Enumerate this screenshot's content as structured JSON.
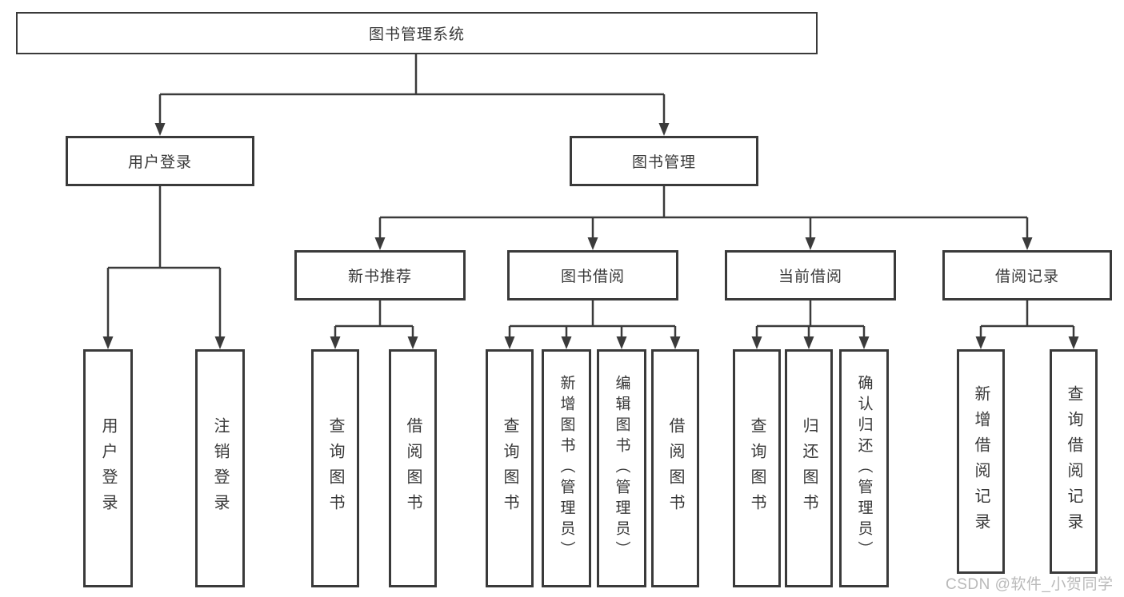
{
  "diagram": {
    "title": "图书管理系统",
    "branches": [
      {
        "label": "用户登录",
        "leaves": [
          "用户登录",
          "注销登录"
        ]
      },
      {
        "label": "图书管理",
        "sections": [
          {
            "label": "新书推荐",
            "leaves": [
              "查询图书",
              "借阅图书"
            ]
          },
          {
            "label": "图书借阅",
            "leaves": [
              "查询图书",
              "新增图书（管理员）",
              "编辑图书（管理员）",
              "借阅图书"
            ]
          },
          {
            "label": "当前借阅",
            "leaves": [
              "查询图书",
              "归还图书",
              "确认归还（管理员）"
            ]
          },
          {
            "label": "借阅记录",
            "leaves": [
              "新增借阅记录",
              "查询借阅记录"
            ]
          }
        ]
      }
    ]
  },
  "watermark": {
    "text": "CSDN @软件_小贺同学"
  },
  "colors": {
    "line": "#3b3b3b",
    "box_border": "#3a3a3a",
    "text": "#383838",
    "background": "#ffffff",
    "watermark": "#b9b9b9"
  }
}
